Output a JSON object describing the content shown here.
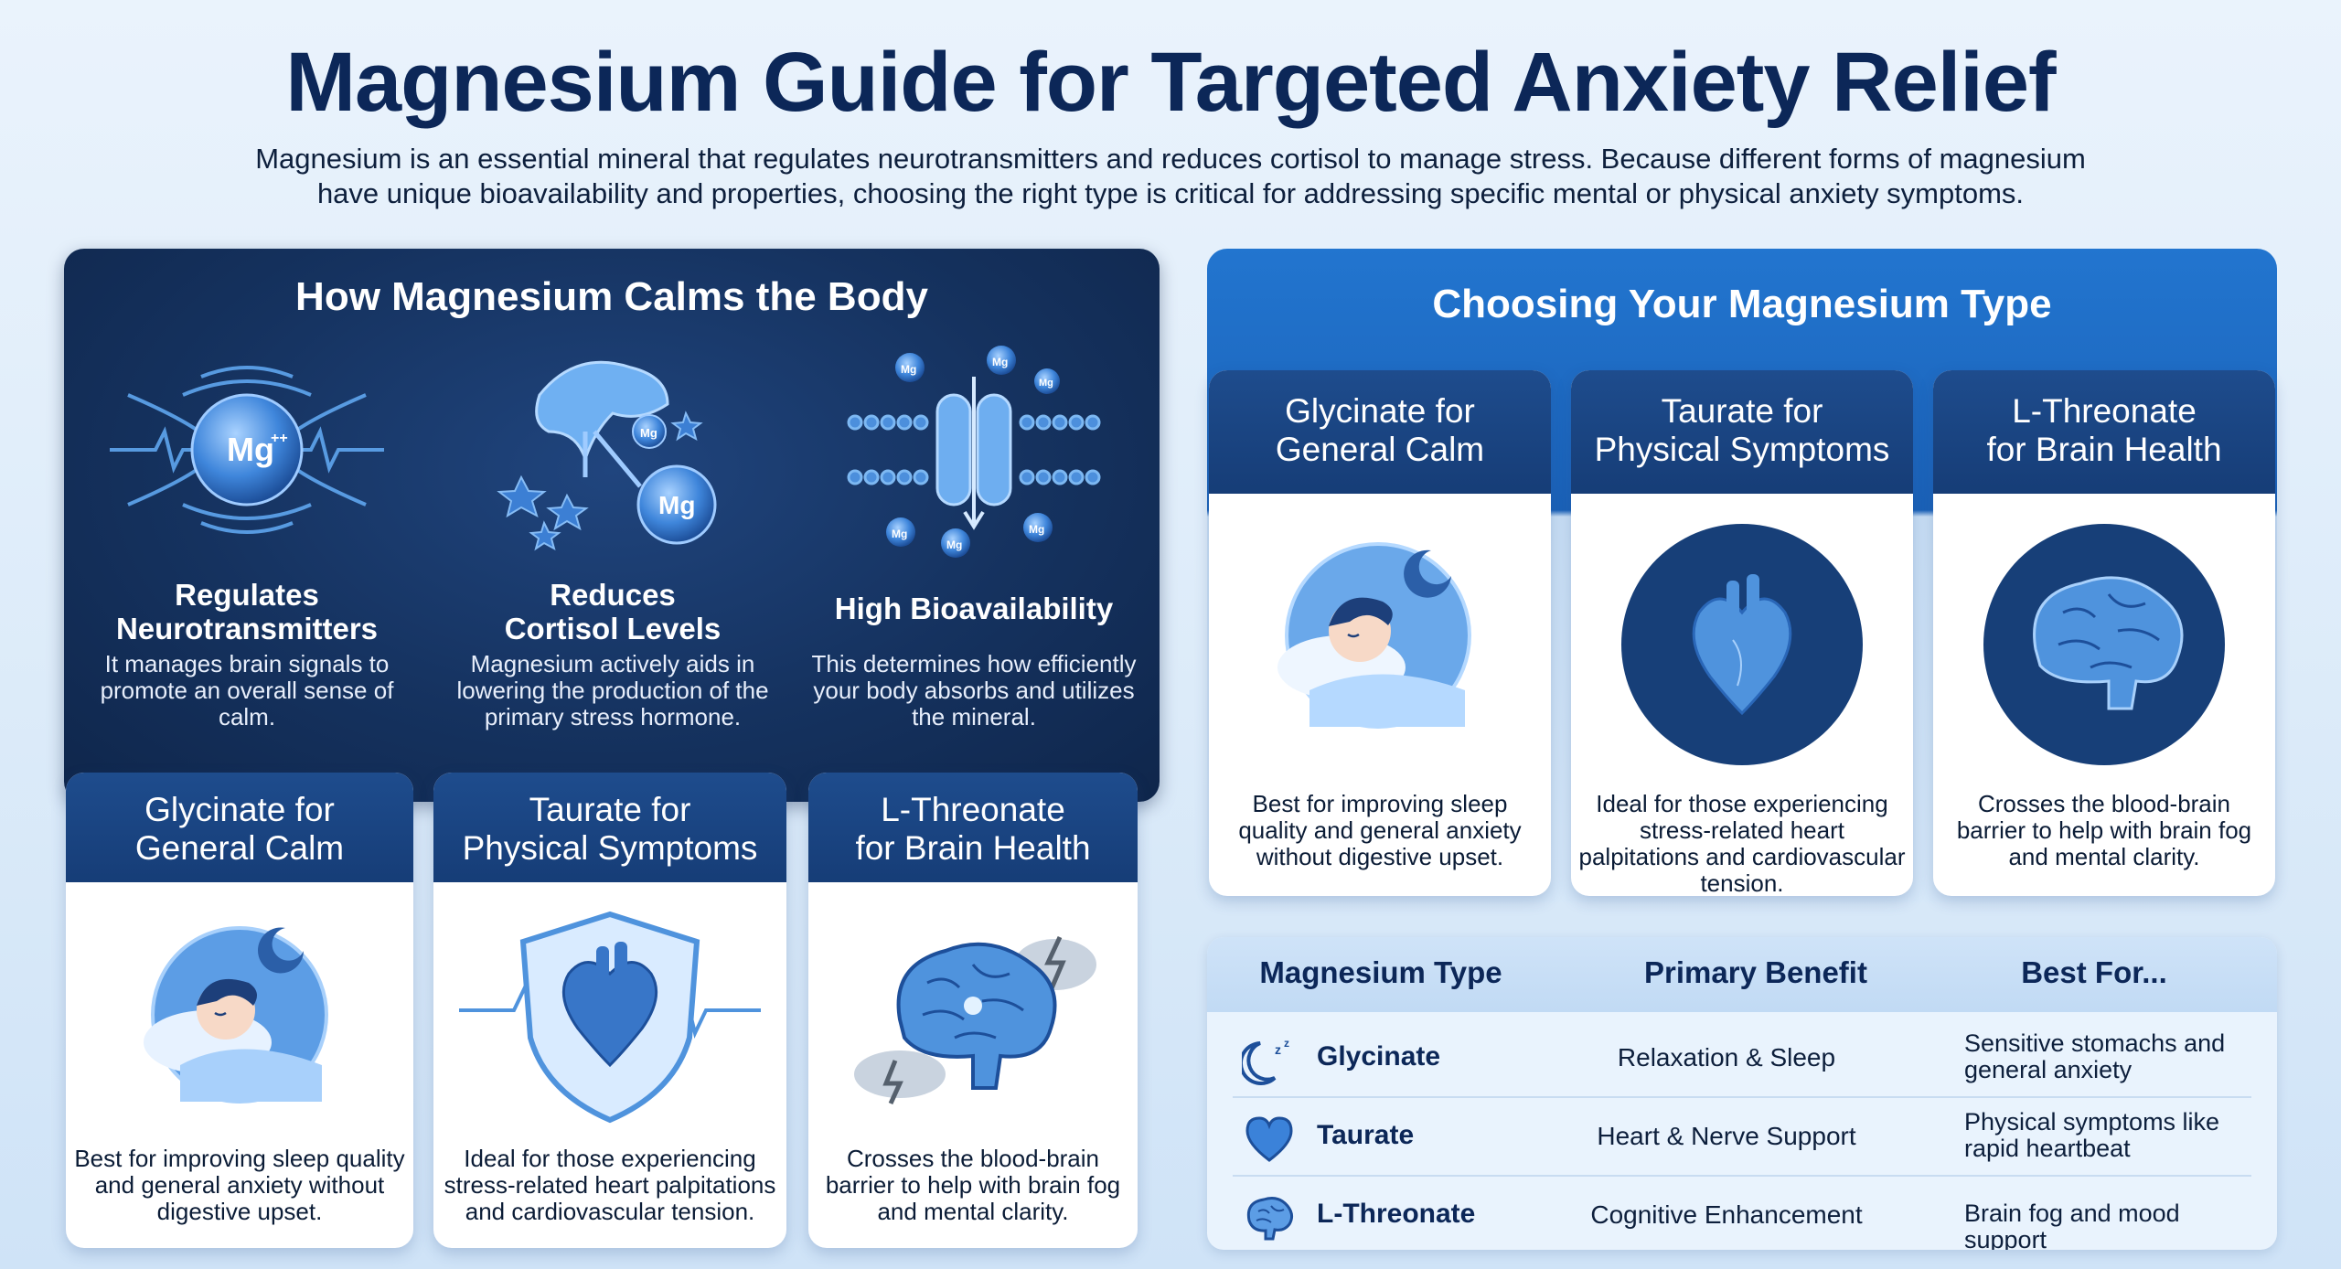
{
  "header": {
    "title": "Magnesium Guide for Targeted Anxiety Relief",
    "intro_line1": "Magnesium is an essential mineral that regulates neurotransmitters and reduces cortisol to manage stress. Because different forms of magnesium",
    "intro_line2": "have unique bioavailability and properties, choosing the right type is critical for addressing specific mental or physical anxiety symptoms."
  },
  "mechanisms": {
    "title": "How Magnesium Calms the Body",
    "items": [
      {
        "title_line1": "Regulates",
        "title_line2": "Neurotransmitters",
        "desc": "It manages brain signals to promote an overall sense of calm.",
        "icon": "neuron-signal-icon"
      },
      {
        "title_line1": "Reduces",
        "title_line2": "Cortisol Levels",
        "desc": "Magnesium actively aids in lowering the production of the primary stress hormone.",
        "icon": "adrenal-gland-icon"
      },
      {
        "title_line1": "High Bioavailability",
        "title_line2": "",
        "desc": "This determines how efficiently your body absorbs and utilizes the mineral.",
        "icon": "cell-membrane-icon"
      }
    ],
    "mg_label": "Mg",
    "mg_sup": "++"
  },
  "left_cards": [
    {
      "head_line1": "Glycinate for",
      "head_line2": "General Calm",
      "desc": "Best for improving sleep quality and general anxiety without digestive upset."
    },
    {
      "head_line1": "Taurate for",
      "head_line2": "Physical Symptoms",
      "desc": "Ideal for those experiencing stress-related heart palpitations and cardiovascular tension."
    },
    {
      "head_line1": "L-Threonate",
      "head_line2": "for Brain Health",
      "desc": "Crosses the blood-brain barrier to help with brain fog and mental clarity."
    }
  ],
  "choose": {
    "title": "Choosing Your Magnesium Type",
    "cards": [
      {
        "head_line1": "Glycinate for",
        "head_line2": "General Calm",
        "desc": "Best for improving sleep quality and general anxiety without digestive upset."
      },
      {
        "head_line1": "Taurate for",
        "head_line2": "Physical Symptoms",
        "desc": "Ideal for those experiencing stress-related heart palpitations and cardiovascular tension."
      },
      {
        "head_line1": "L-Threonate",
        "head_line2": "for Brain Health",
        "desc": "Crosses the blood-brain barrier to help with brain fog and mental clarity."
      }
    ]
  },
  "table": {
    "headers": [
      "Magnesium Type",
      "Primary Benefit",
      "Best For..."
    ],
    "rows": [
      {
        "type": "Glycinate",
        "benefit": "Relaxation & Sleep",
        "best": "Sensitive stomachs and general anxiety",
        "icon": "moon-sleep-icon"
      },
      {
        "type": "Taurate",
        "benefit": "Heart & Nerve Support",
        "best": "Physical symptoms like rapid heartbeat",
        "icon": "heart-icon"
      },
      {
        "type": "L-Threonate",
        "benefit": "Cognitive Enhancement",
        "best": "Brain fog and mood support",
        "icon": "brain-icon"
      }
    ]
  },
  "colors": {
    "navy": "#0c2758",
    "accent_blue": "#2275cf",
    "card_header": "#1e4c8d",
    "icon_blue": "#4f93dd"
  }
}
